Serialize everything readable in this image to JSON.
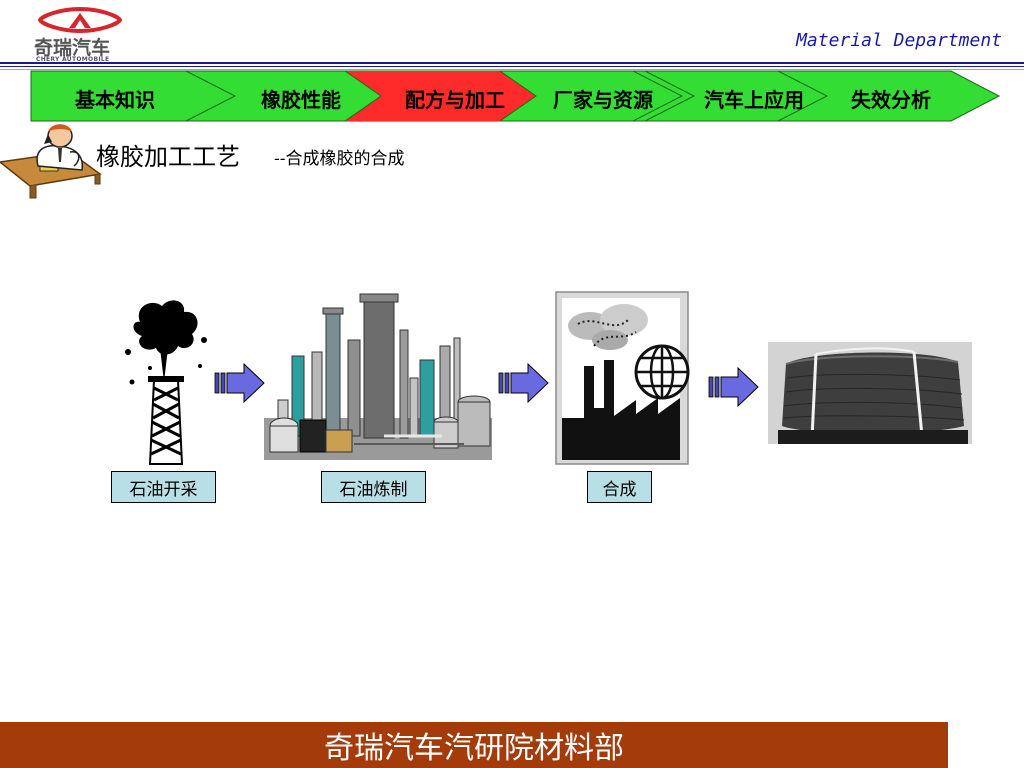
{
  "header": {
    "logo_cn": "奇瑞汽车",
    "logo_en": "CHERY AUTOMOBILE",
    "department": "Material Department"
  },
  "nav": {
    "items": [
      {
        "label": "基本知识",
        "active": false
      },
      {
        "label": "橡胶性能",
        "active": false
      },
      {
        "label": "配方与加工",
        "active": true
      },
      {
        "label": "厂家与资源",
        "active": false
      },
      {
        "label": "汽车上应用",
        "active": false
      },
      {
        "label": "失效分析",
        "active": false
      }
    ],
    "colors": {
      "normal": "#33dd33",
      "active": "#ff2a2a"
    }
  },
  "slide": {
    "title": "橡胶加工工艺",
    "subtitle": "--合成橡胶的合成"
  },
  "process": {
    "steps": [
      {
        "label": "石油开采",
        "icon": "oil-well-icon"
      },
      {
        "label": "石油炼制",
        "icon": "refinery-icon"
      },
      {
        "label": "合成",
        "icon": "chemical-plant-icon"
      },
      {
        "label": "",
        "icon": "rubber-bale-icon"
      }
    ]
  },
  "footer": {
    "text": "奇瑞汽车汽研院材料部"
  }
}
